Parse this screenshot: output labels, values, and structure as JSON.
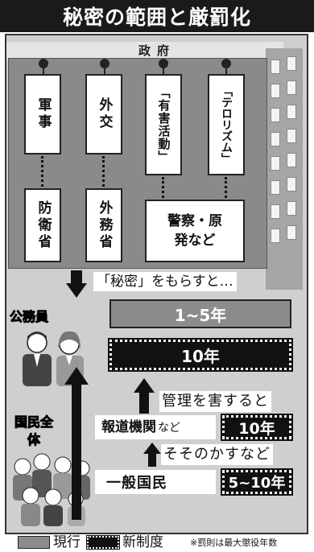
{
  "title": "秘密の範囲と厳罰化",
  "government": {
    "label": "政府",
    "secret_types": [
      {
        "label": "軍事"
      },
      {
        "label": "外交"
      },
      {
        "label": "「有害活動」"
      },
      {
        "label": "「テロリズム」"
      }
    ],
    "ministries": [
      {
        "label": "防衛省"
      },
      {
        "label": "外務省"
      },
      {
        "label": "警察・原発など"
      }
    ]
  },
  "leak_caption": "「秘密」をもらすと…",
  "public_servants": {
    "label": "公務員",
    "current_penalty": "1~5年",
    "new_penalty": "10年"
  },
  "citizens": {
    "label": "国民全体",
    "press": {
      "label": "報道機関",
      "suffix": "など",
      "penalty": "10年"
    },
    "general": {
      "label": "一般国民",
      "penalty": "5~10年"
    },
    "arrow_upper_caption": "管理を害すると",
    "arrow_lower_caption": "そそのかすなど"
  },
  "legend": {
    "current_label": "現行",
    "new_label": "新制度",
    "note": "※罰則は最大懲役年数"
  },
  "colors": {
    "current_bar": "#8c8c8c",
    "new_bar": "#111111"
  }
}
